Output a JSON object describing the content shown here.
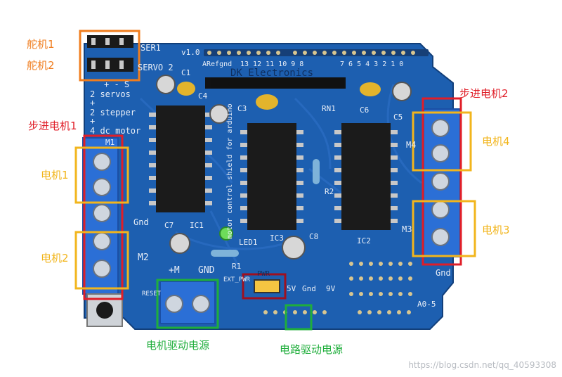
{
  "annotations": {
    "servo1": "舵机1",
    "servo2": "舵机2",
    "stepper1": "步进电机1",
    "stepper2": "步进电机2",
    "motor1": "电机1",
    "motor2": "电机2",
    "motor3": "电机3",
    "motor4": "电机4",
    "motor_power": "电机驱动电源",
    "logic_power": "电路驱动电源"
  },
  "board_silkscreen": {
    "ser1": "SER1",
    "servo2": "SERVO 2",
    "version": "v1.0",
    "aref": "ARefgnd",
    "digital_pins": "13 12 11 10  9  8",
    "digital_pins_right": "7  6  5  4  3  2  1  0",
    "brand": "DK Electronics",
    "servos_line1": "+ - S",
    "servos_line2": "2 servos",
    "servos_line3": "+",
    "servos_line4": "2 stepper",
    "servos_line5": "+",
    "servos_line6": "4 dc motor",
    "c1": "C1",
    "c3": "C3",
    "c4": "C4",
    "c5": "C5",
    "c6": "C6",
    "c7": "C7",
    "c8": "C8",
    "rn1": "RN1",
    "r1": "R1",
    "r2": "R2",
    "ic1": "IC1",
    "ic2": "IC2",
    "ic3": "IC3",
    "led1": "LED1",
    "m1": "M1",
    "m2": "M2",
    "m3": "M3",
    "m4": "M4",
    "gnd_left": "Gnd",
    "gnd_right": "Gnd",
    "plus_m": "+M",
    "gnd_bottom": "GND",
    "ext_pwr": "EXT_PWR",
    "reset": "RESET",
    "pwr": "PWR",
    "rail_5v": "5V",
    "rail_gnd": "Gnd",
    "rail_9v": "9V",
    "analog": "A0-5",
    "vertical_text": "motor control shield for arduino"
  },
  "watermark": "https://blog.csdn.net/qq_40593308",
  "colors": {
    "board": "#1d5fb0",
    "board_dark": "#164d92",
    "annotation_red": "#e01e28",
    "annotation_orange": "#f07d1e",
    "annotation_yellow": "#f2b51c",
    "annotation_green": "#1fae3b",
    "terminal_blue": "#2b6fd6"
  }
}
